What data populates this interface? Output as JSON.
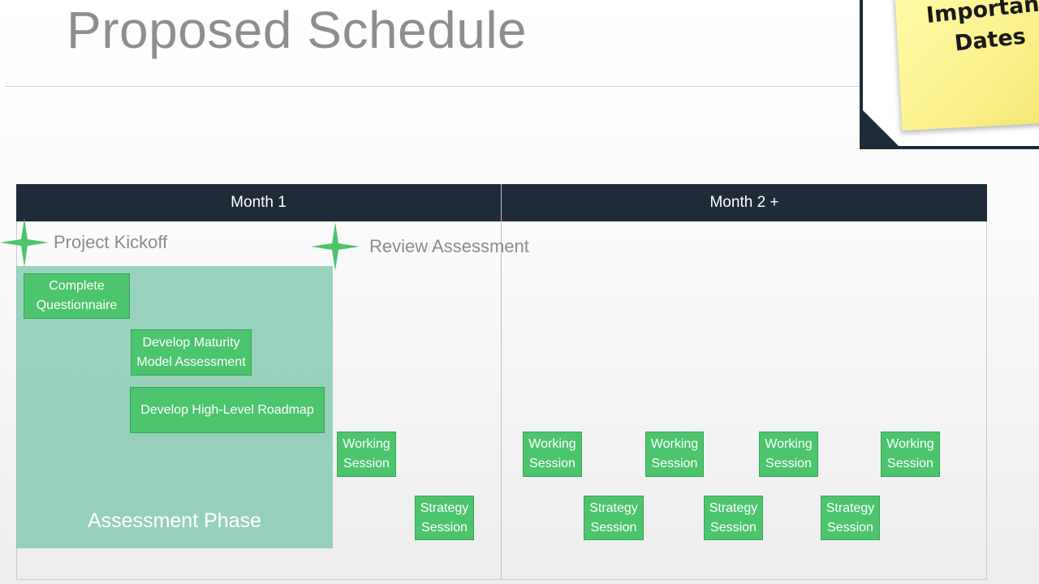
{
  "slide": {
    "title": "Proposed Schedule"
  },
  "sticky_note": {
    "text": "Important\nDates"
  },
  "months": [
    {
      "label": "Month 1"
    },
    {
      "label": "Month 2 +"
    }
  ],
  "phase": {
    "label": "Assessment Phase"
  },
  "milestones": [
    {
      "label": "Project Kickoff"
    },
    {
      "label": "Review Assessment"
    }
  ],
  "tasks": [
    {
      "label": "Complete\nQuestionnaire"
    },
    {
      "label": "Develop Maturity\nModel Assessment"
    },
    {
      "label": "Develop High-Level Roadmap"
    }
  ],
  "sessions": [
    {
      "label": "Working\nSession"
    },
    {
      "label": "Strategy\nSession"
    },
    {
      "label": "Working\nSession"
    },
    {
      "label": "Working\nSession"
    },
    {
      "label": "Working\nSession"
    },
    {
      "label": "Working\nSession"
    },
    {
      "label": "Strategy\nSession"
    },
    {
      "label": "Strategy\nSession"
    },
    {
      "label": "Strategy\nSession"
    }
  ],
  "colors": {
    "header_bg": "#1f2b38",
    "task_green": "#4cc46c",
    "phase_teal": "#73c3a6",
    "star_green": "#4cc46c"
  }
}
